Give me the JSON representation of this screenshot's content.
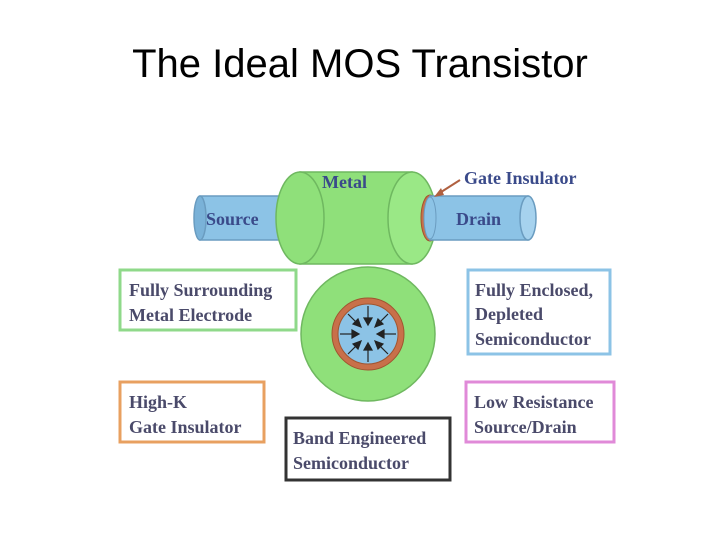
{
  "title": "The Ideal MOS Transistor",
  "diagram": {
    "labels": {
      "metal": "Metal",
      "source": "Source",
      "drain": "Drain",
      "gate_insulator": "Gate Insulator"
    },
    "boxes": {
      "fully_surrounding": {
        "line1": "Fully Surrounding",
        "line2": "Metal Electrode"
      },
      "fully_enclosed": {
        "line1": "Fully Enclosed,",
        "line2": "Depleted",
        "line3": "Semiconductor"
      },
      "high_k": {
        "line1": "High-K",
        "line2": "Gate Insulator"
      },
      "low_resistance": {
        "line1": "Low Resistance",
        "line2": "Source/Drain"
      },
      "band_engineered": {
        "line1": "Band Engineered",
        "line2": "Semiconductor"
      }
    },
    "colors": {
      "metal": "#8fe07a",
      "semiconductor": "#8cc3e6",
      "insulator": "#c8704a",
      "label_text": "#3a4a8a",
      "box_green": "#8fd98a",
      "box_blue": "#8cc3e6",
      "box_orange": "#e8a060",
      "box_pink": "#e08ad8",
      "box_dark": "#333333"
    }
  }
}
